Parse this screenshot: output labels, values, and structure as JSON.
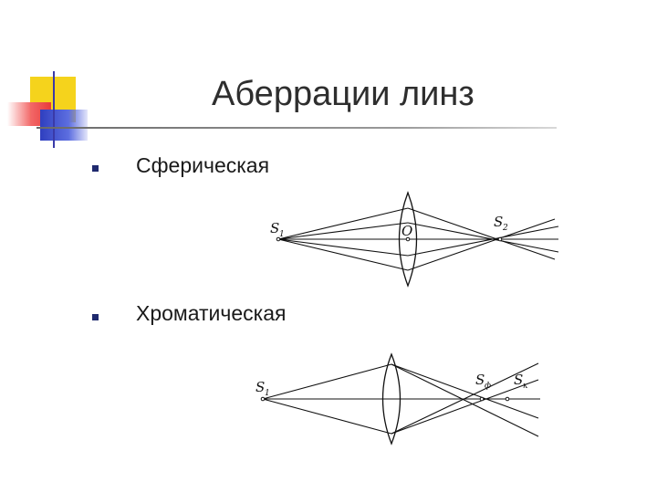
{
  "slide": {
    "title": "Аберрации линз",
    "bullets": [
      {
        "label": "Сферическая"
      },
      {
        "label": "Хроматическая"
      }
    ]
  },
  "spherical_diagram": {
    "labels": {
      "source": "S",
      "source_sub": "1",
      "center": "O",
      "image": "S",
      "image_sub": "2"
    }
  },
  "chromatic_diagram": {
    "labels": {
      "source": "S",
      "source_sub": "1",
      "image_violet": "S",
      "image_violet_sub": "ф",
      "image_red": "S",
      "image_red_sub": "к"
    }
  },
  "colors": {
    "title": "#2e2e2e",
    "bullet": "#1f2a6e",
    "accent_yellow": "#f5d31c",
    "accent_red": "#e83a3a",
    "accent_blue": "#2f3fbf"
  }
}
